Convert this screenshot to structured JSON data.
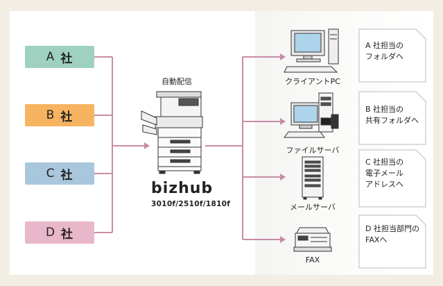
{
  "companies": [
    {
      "letter": "A",
      "suffix": "社",
      "color": "#9ed1bf"
    },
    {
      "letter": "B",
      "suffix": "社",
      "color": "#f6b460"
    },
    {
      "letter": "C",
      "suffix": "社",
      "color": "#a9c7dc"
    },
    {
      "letter": "D",
      "suffix": "社",
      "color": "#e8b7c9"
    }
  ],
  "center": {
    "label": "自動配信",
    "brand": "bizhub",
    "models": "3010f/2510f/1810f"
  },
  "destinations": [
    {
      "label": "クライアントPC",
      "icon": "client-pc-icon"
    },
    {
      "label": "ファイルサーバ",
      "icon": "file-server-icon"
    },
    {
      "label": "メールサーバ",
      "icon": "mail-server-icon"
    },
    {
      "label": "FAX",
      "icon": "fax-icon"
    }
  ],
  "documents": [
    {
      "lines": [
        "A 社担当の",
        "フォルダへ"
      ]
    },
    {
      "lines": [
        "B 社担当の",
        "共有フォルダへ"
      ]
    },
    {
      "lines": [
        "C 社担当の",
        "電子メール",
        "アドレスへ"
      ]
    },
    {
      "lines": [
        "D 社担当部門の",
        "FAXへ"
      ]
    }
  ],
  "colors": {
    "connector": "#c98aa6",
    "background": "#f2eee4"
  }
}
